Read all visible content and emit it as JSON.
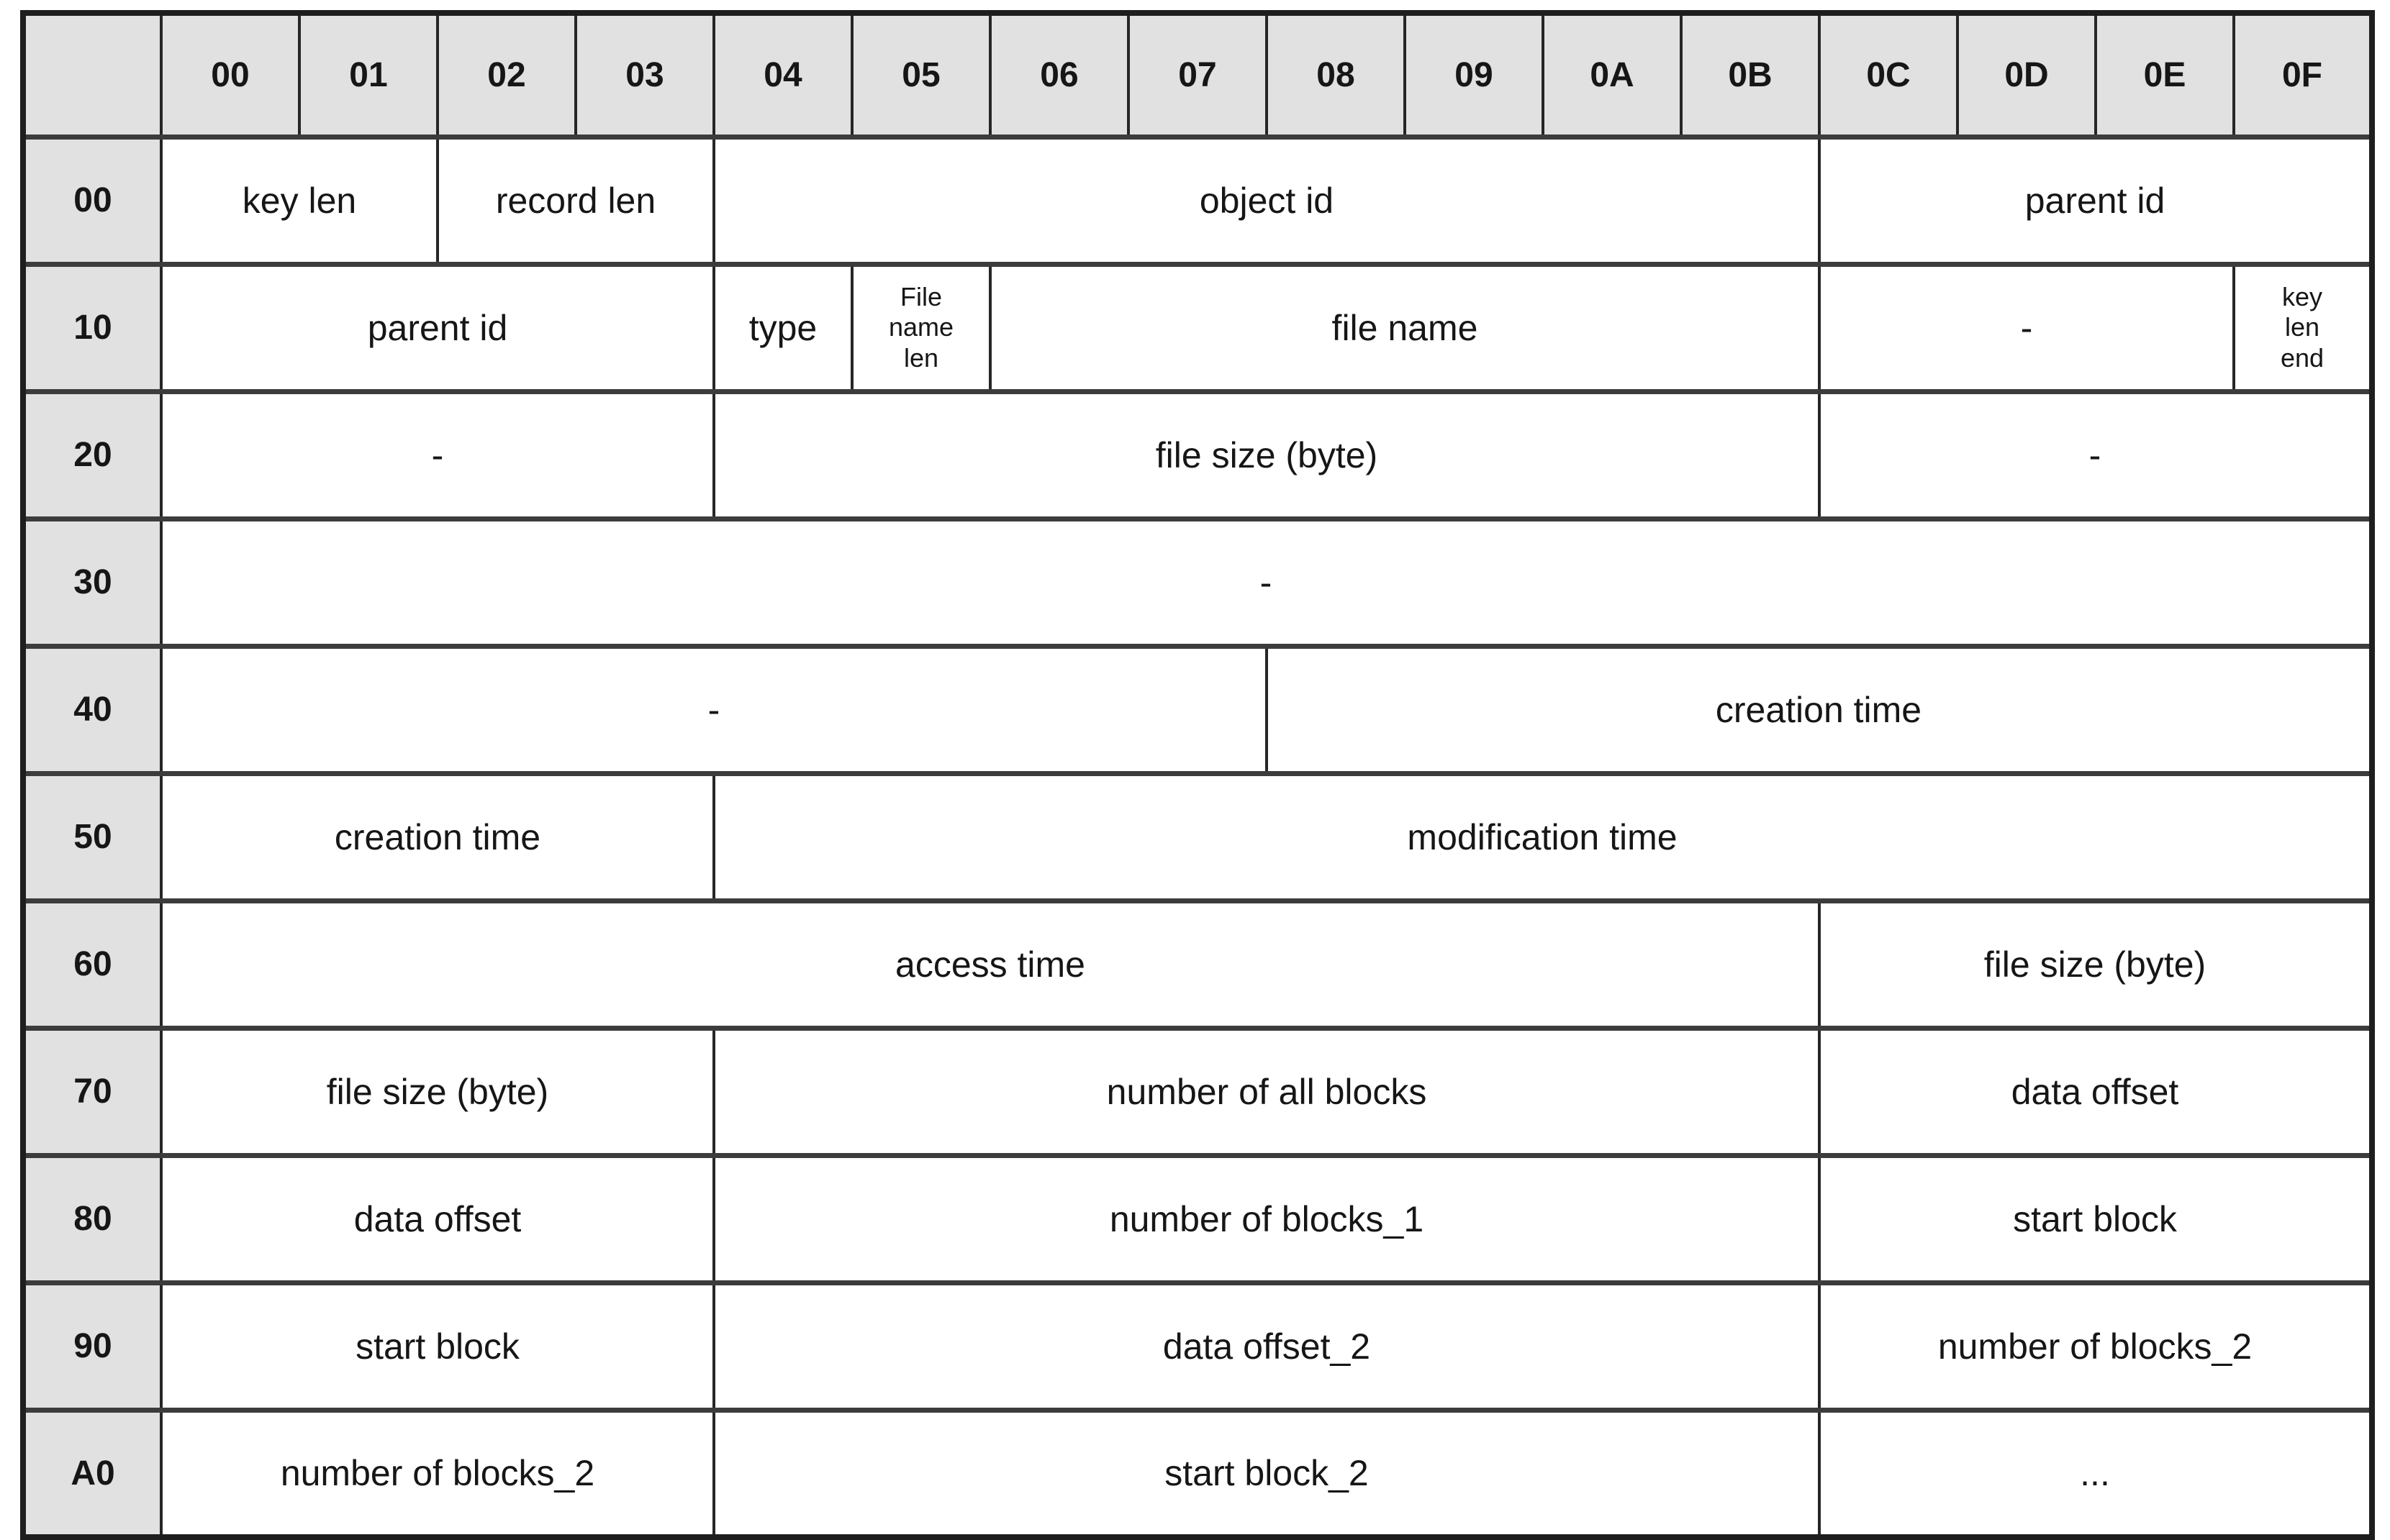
{
  "palette": {
    "header_bg": "#e1e1e1",
    "outer_border": "#1e1e1e",
    "row_divider": "#3c3c3c",
    "col_divider": "#262626",
    "text": "#161616"
  },
  "table": {
    "corner_label": "",
    "columns": [
      "00",
      "01",
      "02",
      "03",
      "04",
      "05",
      "06",
      "07",
      "08",
      "09",
      "0A",
      "0B",
      "0C",
      "0D",
      "0E",
      "0F"
    ],
    "rows": [
      {
        "label": "00",
        "cells": [
          {
            "text": "key len",
            "span": 2
          },
          {
            "text": "record len",
            "span": 2
          },
          {
            "text": "object id",
            "span": 8
          },
          {
            "text": "parent id",
            "span": 4
          }
        ]
      },
      {
        "label": "10",
        "cells": [
          {
            "text": "parent id",
            "span": 4
          },
          {
            "text": "type",
            "span": 1
          },
          {
            "text": "File\nname\nlen",
            "span": 1
          },
          {
            "text": "file name",
            "span": 6
          },
          {
            "text": "-",
            "span": 3
          },
          {
            "text": "key\nlen\nend",
            "span": 1
          }
        ]
      },
      {
        "label": "20",
        "cells": [
          {
            "text": "-",
            "span": 4
          },
          {
            "text": "file size (byte)",
            "span": 8
          },
          {
            "text": "-",
            "span": 4
          }
        ]
      },
      {
        "label": "30",
        "cells": [
          {
            "text": "-",
            "span": 16
          }
        ]
      },
      {
        "label": "40",
        "cells": [
          {
            "text": "-",
            "span": 8
          },
          {
            "text": "creation time",
            "span": 8
          }
        ]
      },
      {
        "label": "50",
        "cells": [
          {
            "text": "creation time",
            "span": 4
          },
          {
            "text": "modification time",
            "span": 12
          }
        ]
      },
      {
        "label": "60",
        "cells": [
          {
            "text": "access time",
            "span": 12
          },
          {
            "text": "file size (byte)",
            "span": 4
          }
        ]
      },
      {
        "label": "70",
        "cells": [
          {
            "text": "file size (byte)",
            "span": 4
          },
          {
            "text": "number of all blocks",
            "span": 8
          },
          {
            "text": "data offset",
            "span": 4
          }
        ]
      },
      {
        "label": "80",
        "cells": [
          {
            "text": "data offset",
            "span": 4
          },
          {
            "text": "number of blocks_1",
            "span": 8
          },
          {
            "text": "start block",
            "span": 4
          }
        ]
      },
      {
        "label": "90",
        "cells": [
          {
            "text": "start block",
            "span": 4
          },
          {
            "text": "data offset_2",
            "span": 8
          },
          {
            "text": "number of blocks_2",
            "span": 4
          }
        ]
      },
      {
        "label": "A0",
        "cells": [
          {
            "text": "number of blocks_2",
            "span": 4
          },
          {
            "text": "start block_2",
            "span": 8
          },
          {
            "text": "...",
            "span": 4
          }
        ]
      }
    ]
  }
}
